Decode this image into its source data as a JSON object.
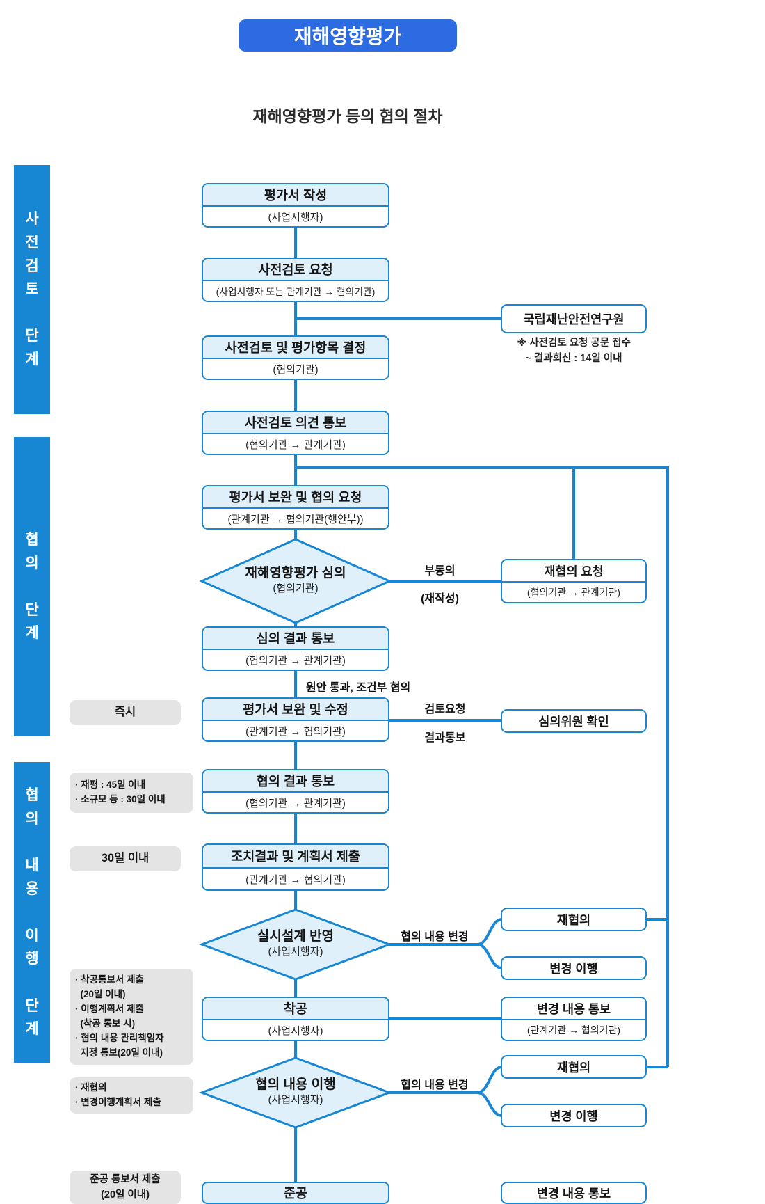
{
  "page": {
    "title_badge": "재해영향평가",
    "subtitle": "재해영향평가 등의 협의 절차"
  },
  "stages": {
    "s1": "사전검토 단계",
    "s2": "협의 단계",
    "s3": "협의 내용 이행 단계"
  },
  "boxes": {
    "b1": {
      "title": "평가서 작성",
      "sub": "(사업시행자)"
    },
    "b2": {
      "title": "사전검토 요청",
      "sub": "(사업시행자 또는 관계기관 → 협의기관)"
    },
    "b3": {
      "title": "사전검토 및 평가항목 결정",
      "sub": "(협의기관)"
    },
    "b4": {
      "title": "사전검토 의견 통보",
      "sub": "(협의기관 → 관계기관)"
    },
    "b5": {
      "title": "평가서 보완 및 협의 요청",
      "sub": "(관계기관 → 협의기관(행안부))"
    },
    "b6": {
      "title": "심의 결과 통보",
      "sub": "(협의기관 → 관계기관)"
    },
    "b7": {
      "title": "평가서 보완 및 수정",
      "sub": "(관계기관 → 협의기관)"
    },
    "b8": {
      "title": "협의 결과 통보",
      "sub": "(협의기관 → 관계기관)"
    },
    "b9": {
      "title": "조치결과 및 계획서 제출",
      "sub": "(관계기관 → 협의기관)"
    },
    "b10": {
      "title": "착공",
      "sub": "(사업시행자)"
    },
    "b11": {
      "title": "준공"
    }
  },
  "diamonds": {
    "d1": {
      "title": "재해영향평가 심의",
      "sub": "(협의기관)"
    },
    "d2": {
      "title": "실시설계 반영",
      "sub": "(사업시행자)"
    },
    "d3": {
      "title": "협의 내용 이행",
      "sub": "(사업시행자)"
    }
  },
  "side_boxes": {
    "ndmi": {
      "title": "국립재난안전연구원",
      "note1": "※ 사전검토 요청 공문 접수",
      "note2": "~ 결과회신 : 14일 이내"
    },
    "reconsult_request": {
      "title": "재협의 요청",
      "sub": "(협의기관 → 관계기관)"
    },
    "committee_check": {
      "title": "심의위원 확인"
    },
    "reconsult1": {
      "title": "재협의"
    },
    "change_impl1": {
      "title": "변경 이행"
    },
    "change_notice1": {
      "title": "변경 내용 통보",
      "sub": "(관계기관 → 협의기관)"
    },
    "reconsult2": {
      "title": "재협의"
    },
    "change_impl2": {
      "title": "변경 이행"
    },
    "change_notice2": {
      "title": "변경 내용 통보"
    }
  },
  "edge_labels": {
    "disagree": "부동의",
    "rewrite": "(재작성)",
    "pass": "원안 통과, 조건부 협의",
    "review_request": "검토요청",
    "result_notice": "결과통보",
    "change1": "협의 내용 변경",
    "change2": "협의 내용 변경"
  },
  "notes": {
    "g1": {
      "lines": [
        "즉시"
      ]
    },
    "g2": {
      "lines": [
        "· 재평 : 45일 이내",
        "· 소규모 등 : 30일 이내"
      ]
    },
    "g3": {
      "lines": [
        "30일 이내"
      ]
    },
    "g4": {
      "lines": [
        "· 착공통보서 제출",
        "  (20일 이내)",
        "· 이행계획서 제출",
        "  (착공 통보 시)",
        "· 협의 내용 관리책임자",
        "  지정 통보(20일 이내)"
      ]
    },
    "g5": {
      "lines": [
        "· 재협의",
        "· 변경이행계획서 제출"
      ]
    },
    "g6": {
      "lines": [
        "준공 통보서 제출",
        "(20일 이내)"
      ]
    }
  },
  "colors": {
    "accent_blue": "#1787d3",
    "badge_blue": "#2c6be2",
    "light_blue": "#dff0fb",
    "gray_label": "#e4e4e4"
  }
}
